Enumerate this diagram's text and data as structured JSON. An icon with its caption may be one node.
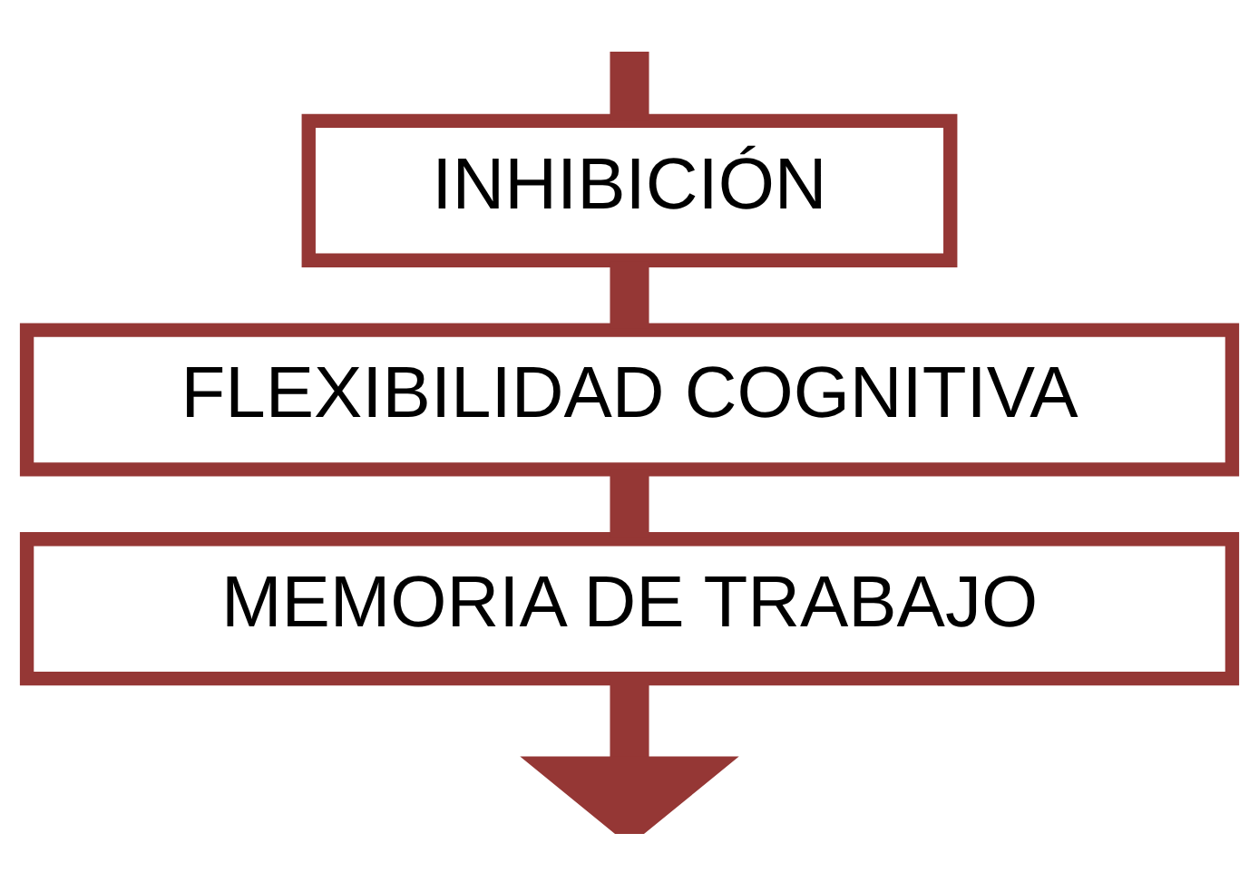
{
  "diagram": {
    "nodes": [
      {
        "text": [
          "INHIBICIÓN"
        ]
      },
      {
        "text": [
          "FLEXIBILIDAD COGNITIVA"
        ]
      },
      {
        "text": [
          "MEMORIA DE TRABAJO"
        ]
      }
    ],
    "edges": [
      {
        "from": null,
        "to": 0,
        "arrow": "none"
      },
      {
        "from": 0,
        "to": 1,
        "arrow": "none"
      },
      {
        "from": 1,
        "to": 2,
        "arrow": "none"
      },
      {
        "from": 2,
        "to": null,
        "arrow": "to"
      }
    ]
  }
}
